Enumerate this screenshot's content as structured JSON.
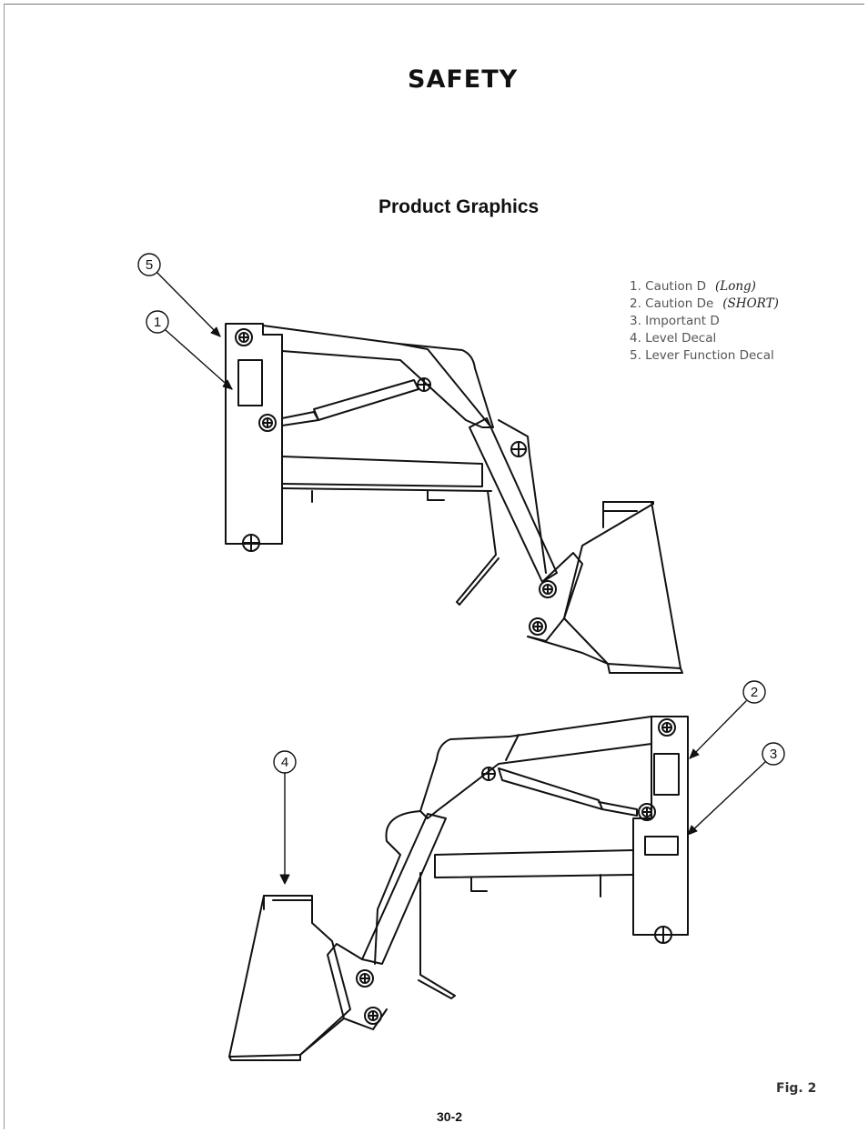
{
  "header": {
    "title": "SAFETY"
  },
  "section": {
    "title": "Product Graphics"
  },
  "legend": {
    "items": [
      {
        "label": "1. Caution D",
        "note": "(Long)"
      },
      {
        "label": "2. Caution De",
        "note": "(SHORT)"
      },
      {
        "label": "3. Important D"
      },
      {
        "label": "4. Level Decal"
      },
      {
        "label": "5. Lever Function Decal"
      }
    ]
  },
  "callouts": [
    "1",
    "2",
    "3",
    "4",
    "5"
  ],
  "figure": {
    "label": "Fig. 2"
  },
  "footer": {
    "page_number": "30-2"
  }
}
